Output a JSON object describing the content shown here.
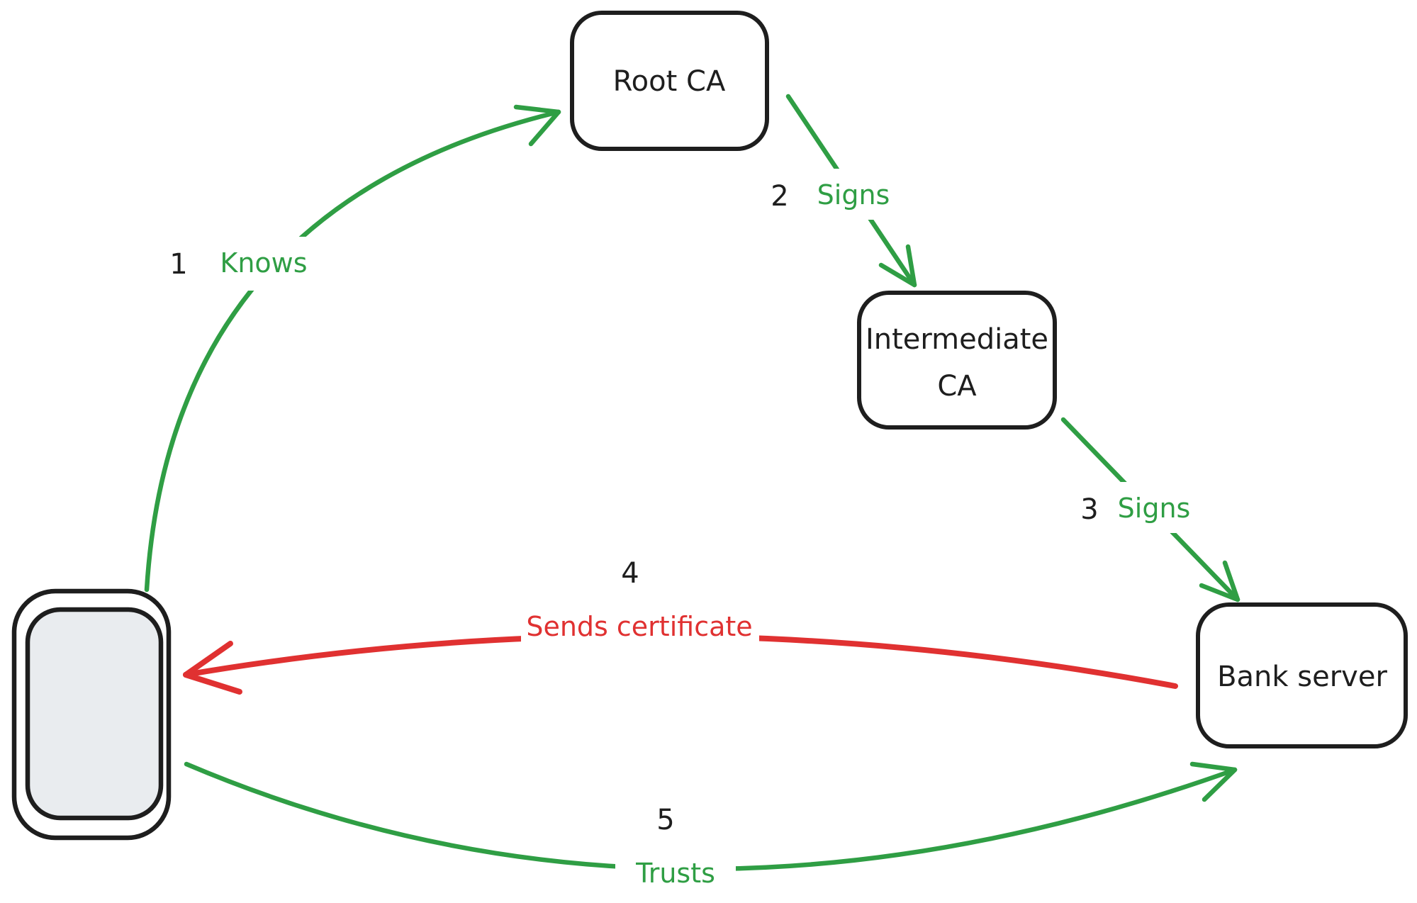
{
  "colors": {
    "green": "#2f9e44",
    "red": "#e03131",
    "stroke": "#1e1e1e",
    "bg": "#ffffff",
    "screen": "#e9ecef"
  },
  "nodes": {
    "root_ca": {
      "label": "Root CA"
    },
    "intermediate_ca": {
      "line1": "Intermediate",
      "line2": "CA"
    },
    "bank_server": {
      "label": "Bank server"
    },
    "client_device": {
      "icon": "phone-icon"
    }
  },
  "edges": {
    "knows": {
      "number": "1",
      "label": "Knows"
    },
    "signs_root": {
      "number": "2",
      "label": "Signs"
    },
    "signs_intermediate": {
      "number": "3",
      "label": "Signs"
    },
    "sends_certificate": {
      "number": "4",
      "label": "Sends certificate"
    },
    "trusts": {
      "number": "5",
      "label": "Trusts"
    }
  }
}
